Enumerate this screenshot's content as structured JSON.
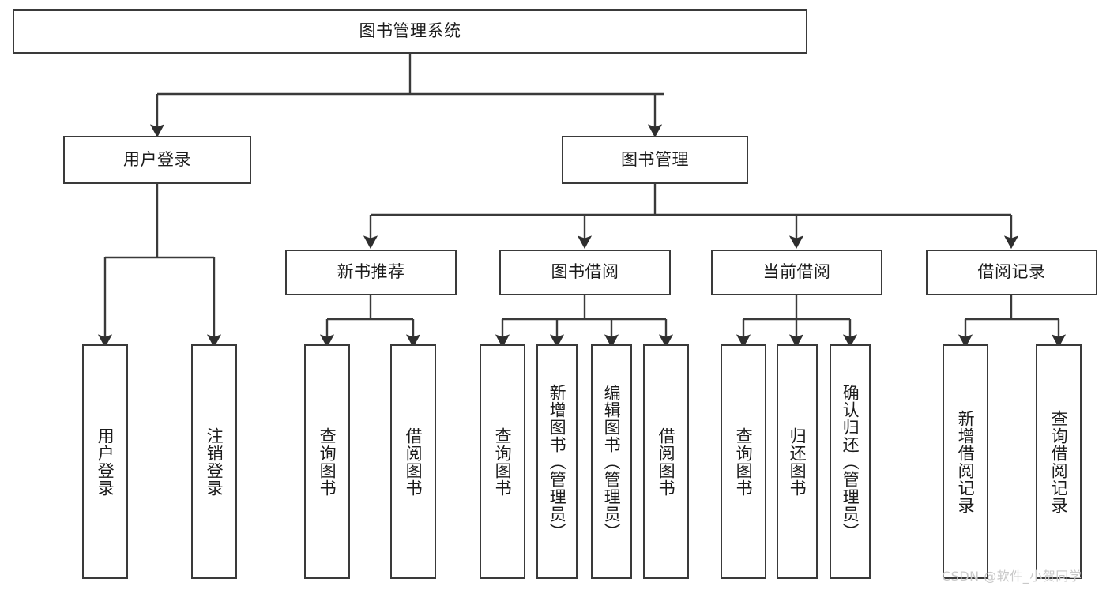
{
  "diagram": {
    "type": "tree",
    "title": "图书管理系统",
    "line_color": "#3a3a3a",
    "text_color": "#1b1b1b",
    "background": "#ffffff",
    "root": {
      "id": "root",
      "label": "图书管理系统",
      "orientation": "horizontal"
    },
    "level2": [
      {
        "id": "user-login",
        "label": "用户登录",
        "orientation": "horizontal"
      },
      {
        "id": "book-manage",
        "label": "图书管理",
        "orientation": "horizontal"
      }
    ],
    "level3": [
      {
        "id": "new-book-recommend",
        "label": "新书推荐",
        "orientation": "horizontal",
        "parent": "book-manage"
      },
      {
        "id": "book-borrow",
        "label": "图书借阅",
        "orientation": "horizontal",
        "parent": "book-manage"
      },
      {
        "id": "current-borrow",
        "label": "当前借阅",
        "orientation": "horizontal",
        "parent": "book-manage"
      },
      {
        "id": "borrow-record",
        "label": "借阅记录",
        "orientation": "horizontal",
        "parent": "book-manage"
      }
    ],
    "leaves": {
      "user_login": [
        {
          "id": "leaf-user-login",
          "label": "用户登录"
        },
        {
          "id": "leaf-user-logout",
          "label": "注销登录"
        }
      ],
      "new_book_recommend": [
        {
          "id": "leaf-query-book-1",
          "label": "查询图书"
        },
        {
          "id": "leaf-borrow-book-1",
          "label": "借阅图书"
        }
      ],
      "book_borrow": [
        {
          "id": "leaf-query-book-2",
          "label": "查询图书"
        },
        {
          "id": "leaf-add-book",
          "label": "新增图书（管理员）"
        },
        {
          "id": "leaf-edit-book",
          "label": "编辑图书（管理员）"
        },
        {
          "id": "leaf-borrow-book-2",
          "label": "借阅图书"
        }
      ],
      "current_borrow": [
        {
          "id": "leaf-query-book-3",
          "label": "查询图书"
        },
        {
          "id": "leaf-return-book",
          "label": "归还图书"
        },
        {
          "id": "leaf-confirm-return",
          "label": "确认归还（管理员）"
        }
      ],
      "borrow_record": [
        {
          "id": "leaf-add-record",
          "label": "新增借阅记录"
        },
        {
          "id": "leaf-query-record",
          "label": "查询借阅记录"
        }
      ]
    }
  },
  "watermark": {
    "text": "CSDN @软件_小贺同学",
    "color": "#c9c9c9"
  }
}
